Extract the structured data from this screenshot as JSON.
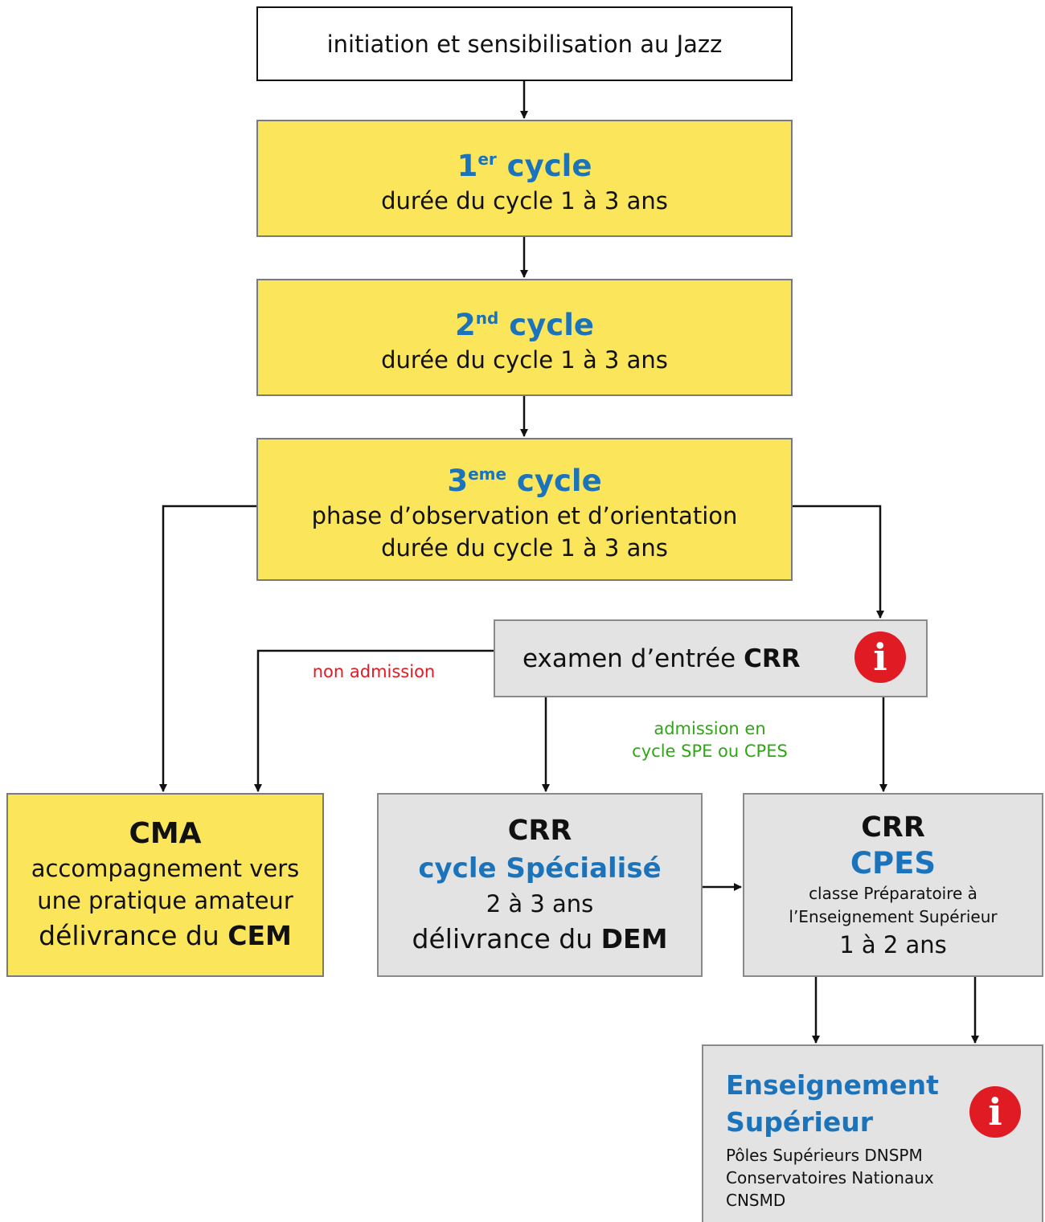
{
  "colors": {
    "box_yellow": "#fbe55a",
    "box_grey": "#e3e3e3",
    "title_blue": "#1b74bb",
    "reject_red": "#e01b24",
    "accept_green": "#2fa614"
  },
  "initiation": {
    "label": "initiation et sensibilisation au Jazz"
  },
  "cycle1": {
    "num": "1",
    "sup": "er",
    "word": "cycle",
    "duration": "durée du cycle 1 à 3 ans"
  },
  "cycle2": {
    "num": "2",
    "sup": "nd",
    "word": "cycle",
    "duration": "durée du cycle 1 à 3 ans"
  },
  "cycle3": {
    "num": "3",
    "sup": "eme",
    "word": "cycle",
    "phase": "phase d’observation et d’orientation",
    "duration": "durée du cycle 1 à 3 ans"
  },
  "exam": {
    "prefix": "examen d’entrée ",
    "strong": "CRR",
    "icon": "info-icon"
  },
  "labels": {
    "non_admission": "non admission",
    "admission_line1": "admission en",
    "admission_line2": "cycle SPE ou CPES"
  },
  "cma": {
    "title": "CMA",
    "line1": "accompagnement vers",
    "line2": "une pratique amateur",
    "delivery_prefix": "délivrance du ",
    "delivery_strong": "CEM"
  },
  "spe": {
    "title": "CRR",
    "subtitle": "cycle Spécialisé",
    "duration": "2 à 3 ans",
    "delivery_prefix": "délivrance du ",
    "delivery_strong": "DEM"
  },
  "cpes": {
    "title": "CRR",
    "subtitle": "CPES",
    "line1": "classe Préparatoire à",
    "line2": "l’Enseignement Supérieur",
    "duration": "1 à 2 ans"
  },
  "superieur": {
    "title_line1": "Enseignement",
    "title_line2": "Supérieur",
    "item1": "Pôles Supérieurs DNSPM",
    "item2": "Conservatoires Nationaux",
    "item3": "CNSMD",
    "icon": "info-icon"
  }
}
